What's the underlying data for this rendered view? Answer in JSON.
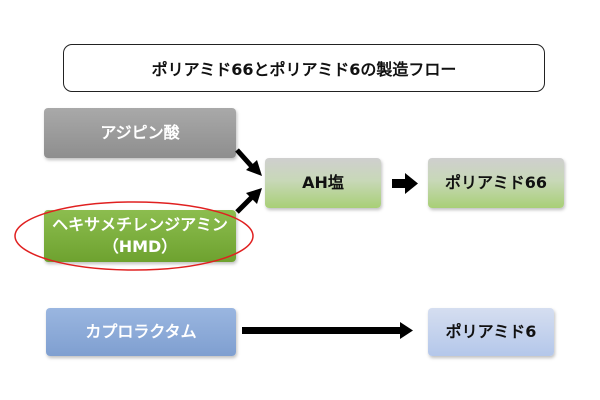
{
  "title": "ポリアミド66とポリアミド6の製造フロー",
  "nodes": {
    "adipic_acid": "アジピン酸",
    "hmd_line1": "ヘキサメチレンジアミン",
    "hmd_line2": "（HMD）",
    "ah_salt": "AH塩",
    "pa66": "ポリアミド66",
    "caprolactam": "カプロラクタム",
    "pa6": "ポリアミド6"
  },
  "colors": {
    "gray_node": "#999999",
    "green_node": "#76a83a",
    "blue_node": "#8eabd9",
    "light_blue_node": "#c5d4ee",
    "highlight_ellipse": "#e02020",
    "arrow": "#000000"
  }
}
